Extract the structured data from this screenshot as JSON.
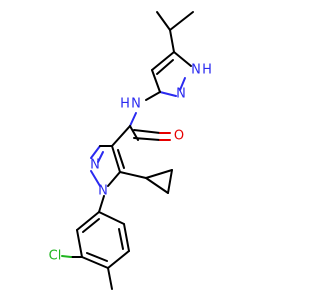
{
  "colors": {
    "carbon_bond": "#000000",
    "nitrogen": "#2a2af0",
    "oxygen": "#e60000",
    "chlorine": "#1fb51f",
    "background": "#ffffff"
  },
  "atoms": {
    "nh_ring": "N",
    "nh_ring_h": "H",
    "n_ring": "N",
    "amide_n": "N",
    "amide_h": "H",
    "carbonyl_o": "O",
    "pyrazole_n1": "N",
    "pyrazole_n2": "N",
    "chlorine": "Cl"
  }
}
